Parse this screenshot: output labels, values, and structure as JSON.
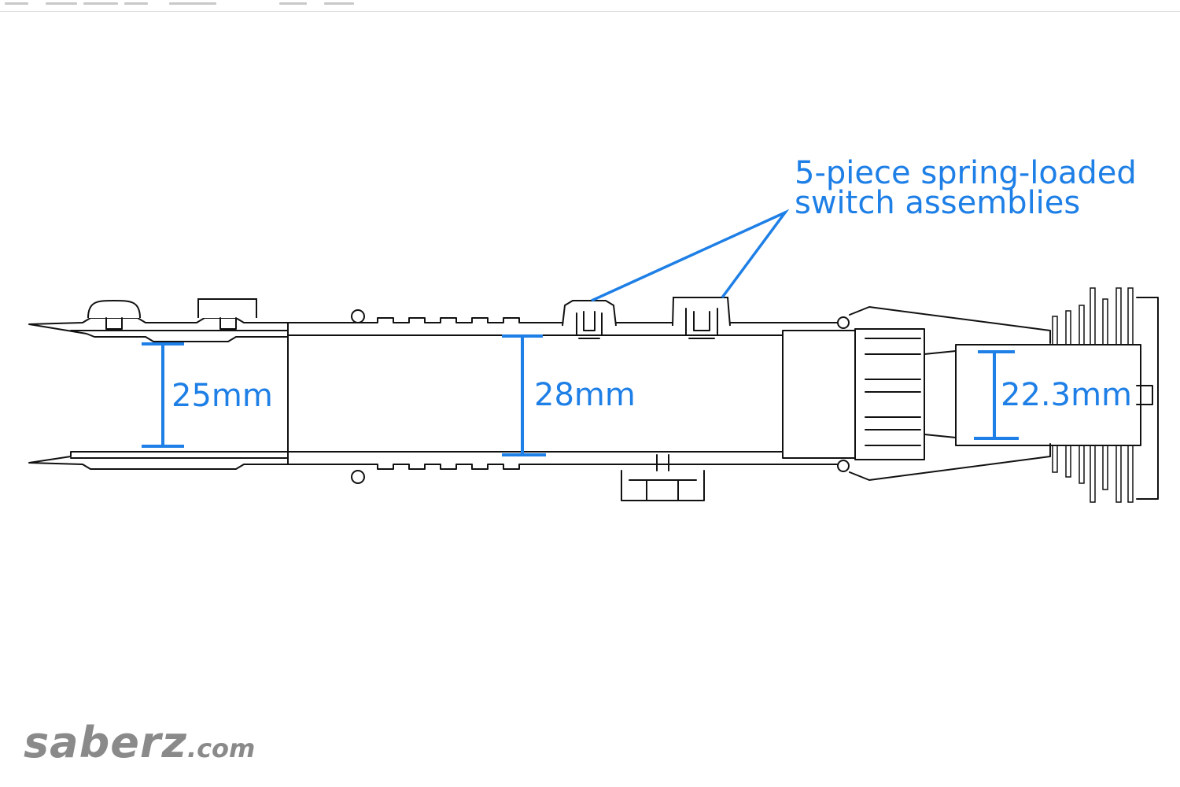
{
  "annotations": {
    "dim_left": "25mm",
    "dim_middle": "28mm",
    "dim_right": "22.3mm",
    "callout_line1": "5-piece spring-loaded",
    "callout_line2": "switch assemblies"
  },
  "watermark": {
    "name": "saberz",
    "tld": ".com"
  },
  "colors": {
    "accent": "#1e7fe6",
    "line": "#111111",
    "watermark": "#8a8a8a"
  }
}
